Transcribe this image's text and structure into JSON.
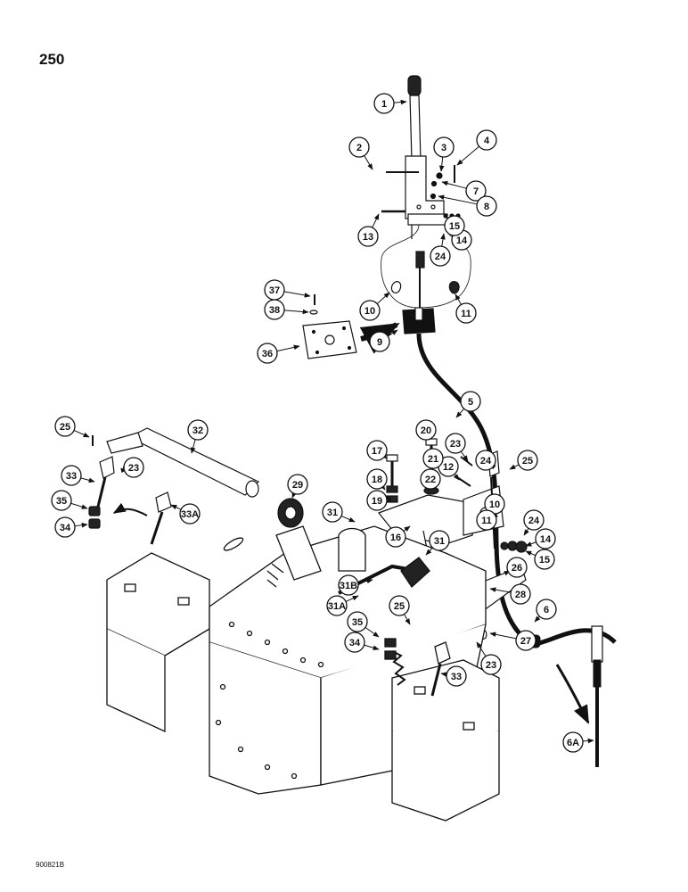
{
  "page_number": "250",
  "drawing_code": "900821B",
  "colors": {
    "ink": "#111111",
    "paper": "#ffffff"
  },
  "callouts": [
    {
      "label": "1",
      "part": "gear-shift-lever"
    },
    {
      "label": "2",
      "part": "pivot-bolt"
    },
    {
      "label": "3",
      "part": "washer"
    },
    {
      "label": "4",
      "part": "pin"
    },
    {
      "label": "5",
      "part": "shift-cable"
    },
    {
      "label": "6",
      "part": "cable-fitting"
    },
    {
      "label": "6A",
      "part": "cable-end-detail"
    },
    {
      "label": "7",
      "part": "bolt"
    },
    {
      "label": "8",
      "part": "nut"
    },
    {
      "label": "9",
      "part": "boot-plate"
    },
    {
      "label": "10",
      "part": "clamp"
    },
    {
      "label": "10",
      "part": "clamp"
    },
    {
      "label": "11",
      "part": "clamp"
    },
    {
      "label": "11",
      "part": "clamp"
    },
    {
      "label": "12",
      "part": "bolt"
    },
    {
      "label": "13",
      "part": "bolt"
    },
    {
      "label": "14",
      "part": "washer"
    },
    {
      "label": "14",
      "part": "washer"
    },
    {
      "label": "15",
      "part": "nut"
    },
    {
      "label": "15",
      "part": "nut"
    },
    {
      "label": "16",
      "part": "mounting-bracket"
    },
    {
      "label": "17",
      "part": "bolt"
    },
    {
      "label": "18",
      "part": "washer"
    },
    {
      "label": "19",
      "part": "nut"
    },
    {
      "label": "20",
      "part": "bolt"
    },
    {
      "label": "21",
      "part": "washer"
    },
    {
      "label": "22",
      "part": "spacer"
    },
    {
      "label": "23",
      "part": "pin"
    },
    {
      "label": "23",
      "part": "pin"
    },
    {
      "label": "23",
      "part": "pin"
    },
    {
      "label": "24",
      "part": "clevis"
    },
    {
      "label": "24",
      "part": "clevis"
    },
    {
      "label": "24",
      "part": "clevis"
    },
    {
      "label": "25",
      "part": "cotter-pin"
    },
    {
      "label": "25",
      "part": "cotter-pin"
    },
    {
      "label": "25",
      "part": "cotter-pin"
    },
    {
      "label": "26",
      "part": "lever-arm"
    },
    {
      "label": "27",
      "part": "bolt"
    },
    {
      "label": "28",
      "part": "pin"
    },
    {
      "label": "29",
      "part": "bushing"
    },
    {
      "label": "31",
      "part": "fitting"
    },
    {
      "label": "31",
      "part": "fitting"
    },
    {
      "label": "31A",
      "part": "fitting"
    },
    {
      "label": "31B",
      "part": "fitting"
    },
    {
      "label": "32",
      "part": "cross-shaft"
    },
    {
      "label": "33",
      "part": "clevis-rod"
    },
    {
      "label": "33",
      "part": "clevis-rod"
    },
    {
      "label": "33A",
      "part": "clevis-rod-detail"
    },
    {
      "label": "34",
      "part": "nut"
    },
    {
      "label": "34",
      "part": "nut"
    },
    {
      "label": "35",
      "part": "nut"
    },
    {
      "label": "35",
      "part": "nut"
    },
    {
      "label": "36",
      "part": "cover-plate"
    },
    {
      "label": "37",
      "part": "bolt"
    },
    {
      "label": "38",
      "part": "washer"
    }
  ]
}
